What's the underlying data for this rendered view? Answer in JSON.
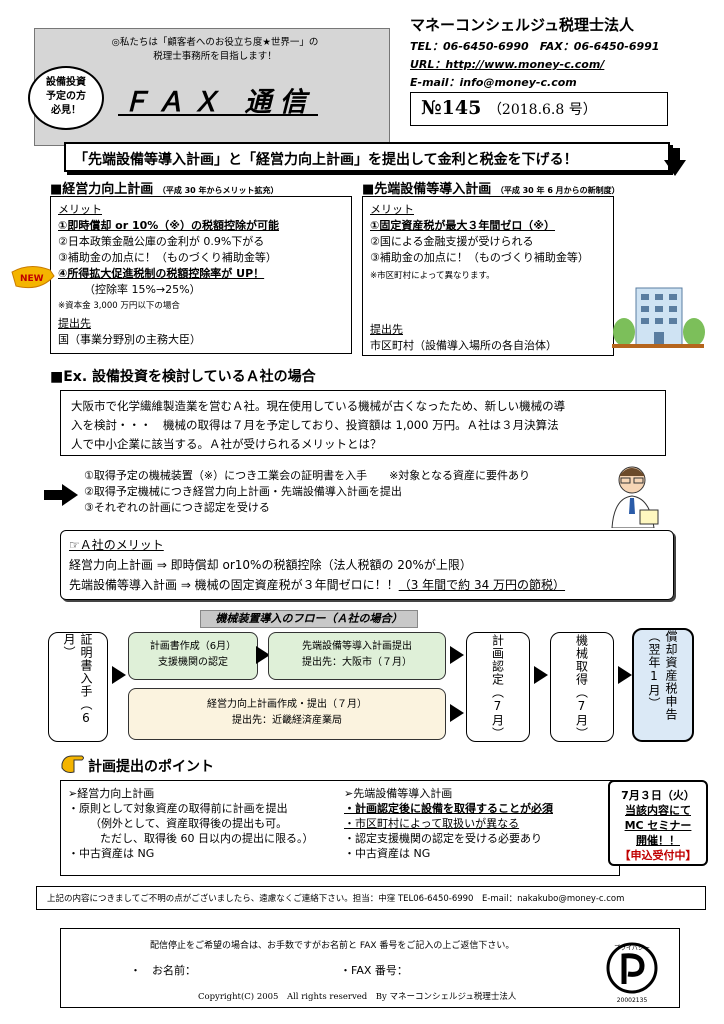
{
  "header": {
    "intro_line1": "◎私たちは「顧客者へのお役立ち度★世界一」の",
    "intro_line2": "税理士事務所を目指します！",
    "badge_line1": "設備投資",
    "badge_line2": "予定の方",
    "badge_line3": "必見！",
    "fax_title": "ＦＡＸ 通信",
    "firm_name": "マネーコンシェルジュ税理士法人",
    "tel": "TEL：06-6450-6990　FAX：06-6450-6991",
    "url": "URL：http://www.money-c.com/",
    "email": "E-mail：info@money-c.com",
    "issue_no": "№145",
    "issue_date": "（2018.6.8 号）"
  },
  "headline": {
    "text": "「先端設備等導入計画」と「経営力向上計画」を提出して金利と税金を下げる！"
  },
  "left_section": {
    "title": "■経営力向上計画",
    "note": "（平成 30 年からメリット拡充）",
    "merit_label": "メリット",
    "items": [
      "①即時償却 or 10%（※）の税額控除が可能",
      "②日本政策金融公庫の金利が 0.9%下がる",
      "③補助金の加点に！（ものづくり補助金等）",
      "④所得拡大促進税制の税額控除率が UP！",
      "（控除率 15%→25%）"
    ],
    "footnote": "※資本金 3,000 万円以下の場合",
    "submit_label": "提出先",
    "submit_to": "国（事業分野別の主務大臣）",
    "new_badge": "NEW"
  },
  "right_section": {
    "title": "■先端設備等導入計画",
    "note": "（平成 30 年 6 月からの新制度）",
    "merit_label": "メリット",
    "items": [
      "①固定資産税が最大３年間ゼロ（※）",
      "②国による金融支援が受けられる",
      "③補助金の加点に！（ものづくり補助金等）",
      "※市区町村によって異なります。"
    ],
    "submit_label": "提出先",
    "submit_to": "市区町村（設備導入場所の各自治体）"
  },
  "case": {
    "title": "■Ex. 設備投資を検討しているＡ社の場合",
    "line1": "大阪市で化学繊維製造業を営むＡ社。現在使用している機械が古くなったため、新しい機械の導",
    "line2": "入を検討・・・　機械の取得は７月を予定しており、投資額は 1,000 万円。Ａ社は３月決算法",
    "line3": "人で中小企業に該当する。Ａ社が受けられるメリットとは？"
  },
  "steps": [
    "①取得予定の機械装置（※）につき工業会の証明書を入手　　※対象となる資産に要件あり",
    "②取得予定機械につき経営力向上計画・先端設備導入計画を提出",
    "③それぞれの計画につき認定を受ける"
  ],
  "benefit": {
    "title": "☞Ａ社のメリット",
    "line1": "経営力向上計画 ⇒ 即時償却 or10%の税額控除（法人税額の 20%が上限）",
    "line2_main": "先端設備等導入計画 ⇒ 機械の固定資産税が３年間ゼロに！！",
    "line2_saving": "（3 年間で約 34 万円の節税）"
  },
  "flow": {
    "title": "機械装置導入のフロー（Ａ社の場合）",
    "step_cert": "証明書入手（6月）",
    "step_plan_make": "計画書作成（6月）",
    "step_plan_support": "支援機関の認定",
    "step_sentan_submit": "先端設備等導入計画提出",
    "step_sentan_to": "提出先：大阪市（７月）",
    "step_keiei_submit": "経営力向上計画作成・提出（７月）",
    "step_keiei_to": "提出先：近畿経済産業局",
    "step_approve": "計画認定（7月）",
    "step_acquire": "機械取得（7月）",
    "step_declare": "償却資産税申告（翌年1月）"
  },
  "points": {
    "title": "計画提出のポイント",
    "left_head": "➢経営力向上計画",
    "left_items": [
      "・原則として対象資産の取得前に計画を提出",
      "（例外として、資産取得後の提出も可。",
      "ただし、取得後 60 日以内の提出に限る。）",
      "・中古資産は NG"
    ],
    "right_head": "➢先端設備等導入計画",
    "right_items": [
      "・計画認定後に設備を取得することが必須",
      "・市区町村によって取扱いが異なる",
      "・認定支援機関の認定を受ける必要あり",
      "・中古資産は NG"
    ]
  },
  "seminar": {
    "line1": "7月３日（火）",
    "line2": "当該内容にて",
    "line3": "MC セミナー",
    "line4": "開催！！",
    "line5": "【申込受付中】"
  },
  "footer": {
    "contact": "上記の内容につきましてご不明の点がございましたら、遠慮なくご連絡下さい。担当：中窪 TEL06-6450-6990　E-mail：nakakubo@money-c.com",
    "optout": "配信停止をご希望の場合は、お手数ですがお名前と FAX 番号をご記入の上ご返信下さい。",
    "name_label": "・　お名前：",
    "fax_label": "・FAX 番号：",
    "copyright": "Copyright(C) 2005　All rights reserved　By マネーコンシェルジュ税理士法人",
    "pmark_no": "20002135",
    "pmark_text": "プライバシー"
  }
}
